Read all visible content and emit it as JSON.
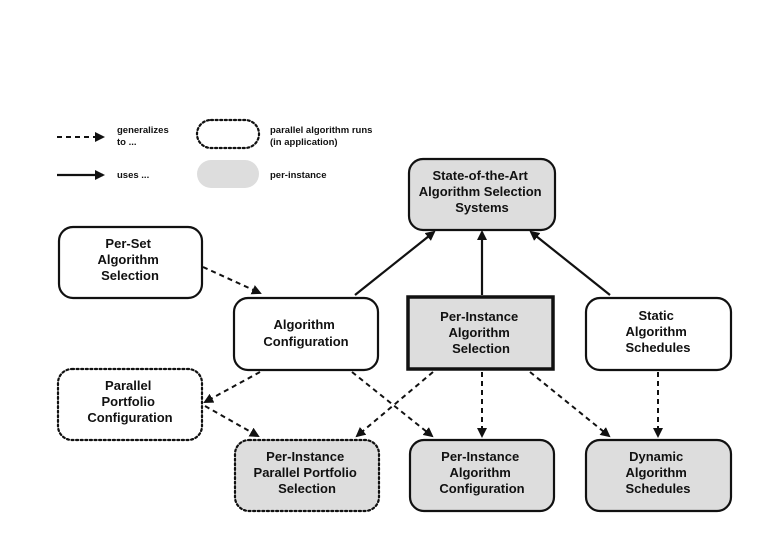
{
  "legend": {
    "generalizes": [
      "generalizes",
      "to ..."
    ],
    "uses": [
      "uses ..."
    ],
    "parallel": [
      "parallel algorithm runs",
      "(in application)"
    ],
    "per_instance": [
      "per-instance"
    ]
  },
  "nodes": {
    "sota": [
      "State-of-the-Art",
      "Algorithm Selection",
      "Systems"
    ],
    "per_set": [
      "Per-Set",
      "Algorithm",
      "Selection"
    ],
    "alg_config": [
      "Algorithm",
      "Configuration"
    ],
    "pi_alg_sel": [
      "Per-Instance",
      "Algorithm",
      "Selection"
    ],
    "static_sched": [
      "Static",
      "Algorithm",
      "Schedules"
    ],
    "par_portfolio": [
      "Parallel",
      "Portfolio",
      "Configuration"
    ],
    "pi_par_portfolio": [
      "Per-Instance",
      "Parallel Portfolio",
      "Selection"
    ],
    "pi_alg_config": [
      "Per-Instance",
      "Algorithm",
      "Configuration"
    ],
    "dyn_sched": [
      "Dynamic",
      "Algorithm",
      "Schedules"
    ]
  },
  "colors": {
    "per_instance_fill": "#dddddd",
    "plain_fill": "#ffffff",
    "stroke": "#111111"
  }
}
